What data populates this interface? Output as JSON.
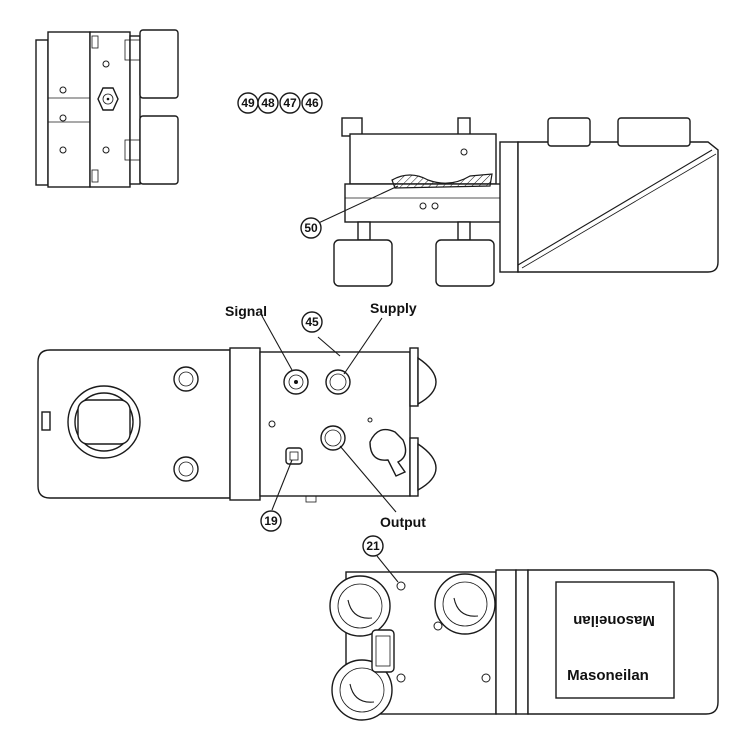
{
  "labels": {
    "signal": "Signal",
    "supply": "Supply",
    "output": "Output"
  },
  "callouts": {
    "c49": "49",
    "c48": "48",
    "c47": "47",
    "c46": "46",
    "c50": "50",
    "c45": "45",
    "c19": "19",
    "c21": "21"
  },
  "brand": {
    "upper_mirrored": "Masoneilan",
    "lower": "Masoneilan"
  }
}
